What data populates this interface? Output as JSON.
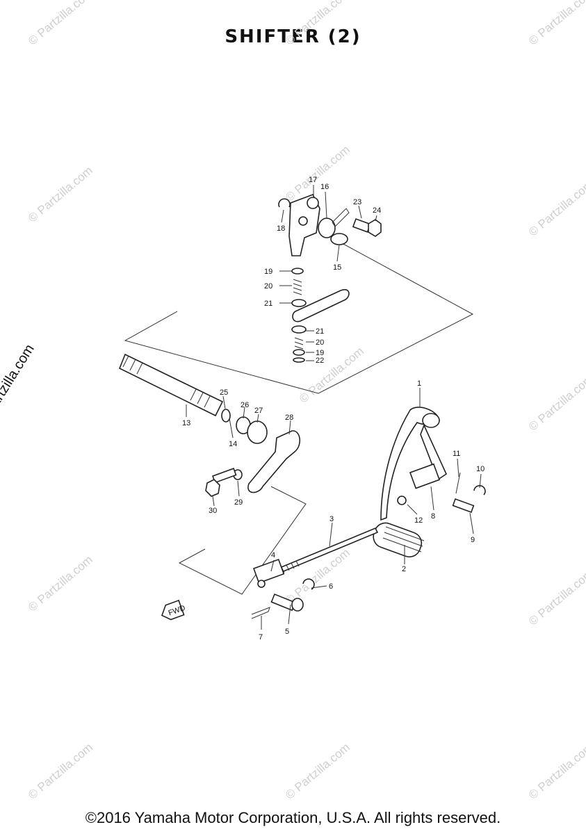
{
  "title": "SHIFTER (2)",
  "footer": "©2016 Yamaha Motor Corporation, U.S.A. All rights reserved.",
  "side_watermark": "© Partzilla.com",
  "watermark_text": "© Partzilla.com",
  "fwd_label": "FWD",
  "callouts": [
    "1",
    "2",
    "3",
    "4",
    "5",
    "6",
    "7",
    "8",
    "9",
    "10",
    "11",
    "12",
    "13",
    "14",
    "15",
    "16",
    "17",
    "18",
    "19",
    "20",
    "21",
    "22",
    "23",
    "24",
    "25",
    "26",
    "27",
    "28",
    "29",
    "30"
  ],
  "callouts_repeat": [
    "19",
    "20",
    "21"
  ]
}
